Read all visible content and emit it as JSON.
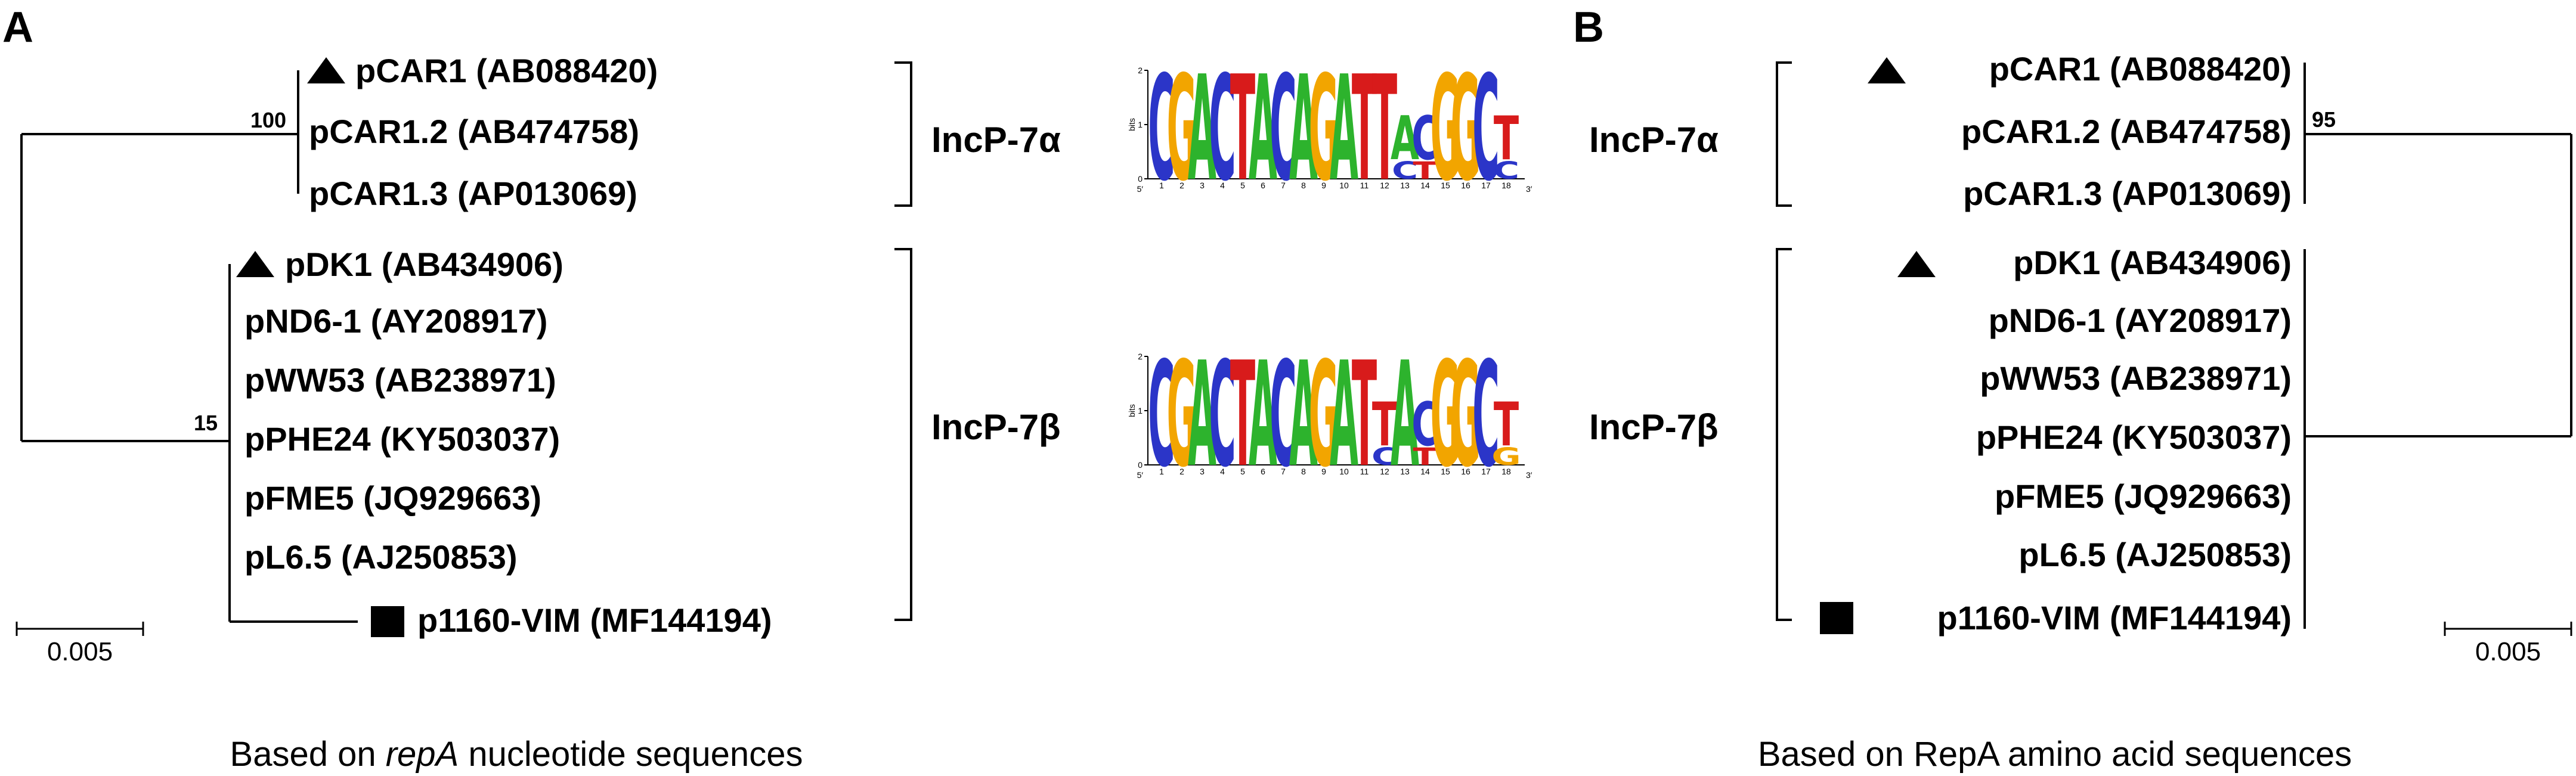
{
  "panels": {
    "A": {
      "label": "A",
      "caption_pre": "Based on ",
      "caption_em": "repA",
      "caption_post": " nucleotide sequences",
      "scale_label": "0.005",
      "bootstrap": {
        "alpha": "100",
        "beta": "15"
      },
      "leaves": [
        {
          "name": "pCAR1 (AB088420)",
          "marker": "triangle"
        },
        {
          "name": "pCAR1.2 (AB474758)",
          "marker": ""
        },
        {
          "name": "pCAR1.3 (AP013069)",
          "marker": ""
        },
        {
          "name": "pDK1 (AB434906)",
          "marker": "triangle"
        },
        {
          "name": "pND6-1 (AY208917)",
          "marker": ""
        },
        {
          "name": "pWW53 (AB238971)",
          "marker": ""
        },
        {
          "name": "pPHE24 (KY503037)",
          "marker": ""
        },
        {
          "name": "pFME5 (JQ929663)",
          "marker": ""
        },
        {
          "name": "pL6.5 (AJ250853)",
          "marker": ""
        },
        {
          "name": "p1160-VIM (MF144194)",
          "marker": "square"
        }
      ],
      "groups": {
        "alpha": "IncP-7α",
        "beta": "IncP-7β"
      }
    },
    "B": {
      "label": "B",
      "caption": "Based on RepA amino acid sequences",
      "scale_label": "0.005",
      "bootstrap": {
        "alpha": "95"
      },
      "leaves": [
        {
          "name": "pCAR1  (AB088420)",
          "marker": "triangle"
        },
        {
          "name": "pCAR1.2 (AB474758)",
          "marker": ""
        },
        {
          "name": "pCAR1.3 (AP013069)",
          "marker": ""
        },
        {
          "name": "pDK1  (AB434906)",
          "marker": "triangle"
        },
        {
          "name": "pND6-1 (AY208917)",
          "marker": ""
        },
        {
          "name": "pWW53 (AB238971)",
          "marker": ""
        },
        {
          "name": "pPHE24 (KY503037)",
          "marker": ""
        },
        {
          "name": "pFME5 (JQ929663)",
          "marker": ""
        },
        {
          "name": "pL6.5 (AJ250853)",
          "marker": ""
        },
        {
          "name": "p1160-VIM (MF144194)",
          "marker": "square"
        }
      ],
      "groups": {
        "alpha": "IncP-7α",
        "beta": "IncP-7β"
      }
    }
  },
  "logos": {
    "y_axis_label": "bits",
    "y_ticks": [
      "2",
      "1",
      "0"
    ],
    "end5": "5′",
    "end3": "3′",
    "alpha": {
      "positions": [
        "1",
        "2",
        "3",
        "4",
        "5",
        "6",
        "7",
        "8",
        "9",
        "10",
        "11",
        "12",
        "13",
        "14",
        "15",
        "16",
        "17",
        "18"
      ],
      "letters": [
        "C",
        "G",
        "A",
        "C",
        "T",
        "A",
        "C",
        "A",
        "G",
        "A",
        "T",
        "T",
        "A",
        "C",
        "G",
        "G",
        "C",
        "T"
      ],
      "sub_letters": [
        "",
        "",
        "",
        "",
        "",
        "",
        "",
        "",
        "",
        "",
        "",
        "",
        "C",
        "T",
        "",
        "",
        "",
        "C"
      ]
    },
    "beta": {
      "positions": [
        "1",
        "2",
        "3",
        "4",
        "5",
        "6",
        "7",
        "8",
        "9",
        "10",
        "11",
        "12",
        "13",
        "14",
        "15",
        "16",
        "17",
        "18"
      ],
      "letters": [
        "C",
        "G",
        "A",
        "C",
        "T",
        "A",
        "C",
        "A",
        "G",
        "A",
        "T",
        "T",
        "A",
        "C",
        "G",
        "G",
        "C",
        "T"
      ],
      "sub_letters": [
        "",
        "",
        "",
        "",
        "",
        "",
        "",
        "",
        "",
        "",
        "",
        "C",
        "",
        "T",
        "",
        "",
        "",
        "G"
      ]
    },
    "letter_colors": {
      "A": "#2db32d",
      "C": "#2b35c8",
      "G": "#f2a500",
      "T": "#d81b1b"
    }
  }
}
